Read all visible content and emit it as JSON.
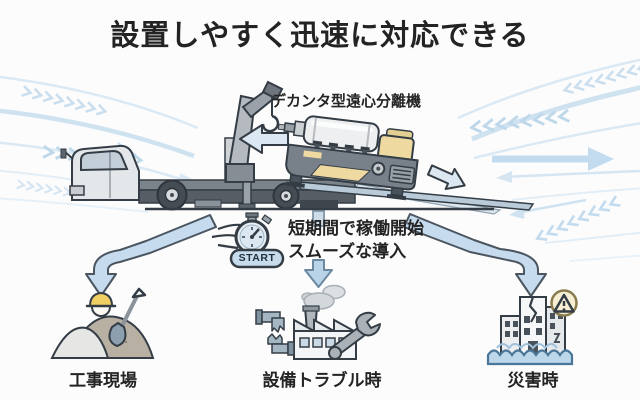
{
  "title": "設置しやすく迅速に対応できる",
  "machine": {
    "label": "デカンタ型遠心分離機"
  },
  "deployment": {
    "line1": "短期間で稼働開始",
    "line2": "スムーズな導入",
    "start_badge": "START"
  },
  "scenarios": [
    {
      "id": "construction-site",
      "label": "工事現場"
    },
    {
      "id": "equipment-trouble",
      "label": "設備トラブル時"
    },
    {
      "id": "disaster",
      "label": "災害時"
    }
  ],
  "colors": {
    "outline": "#343d45",
    "arrow_fill": "#c6dcee",
    "arrow_outline": "#4a5560",
    "swoosh_blue": "#cfe2f0",
    "machine_yellow": "#eed9a0",
    "helmet_yellow": "#f0cf62",
    "water_blue": "#bdd7ea",
    "text": "#242424"
  }
}
